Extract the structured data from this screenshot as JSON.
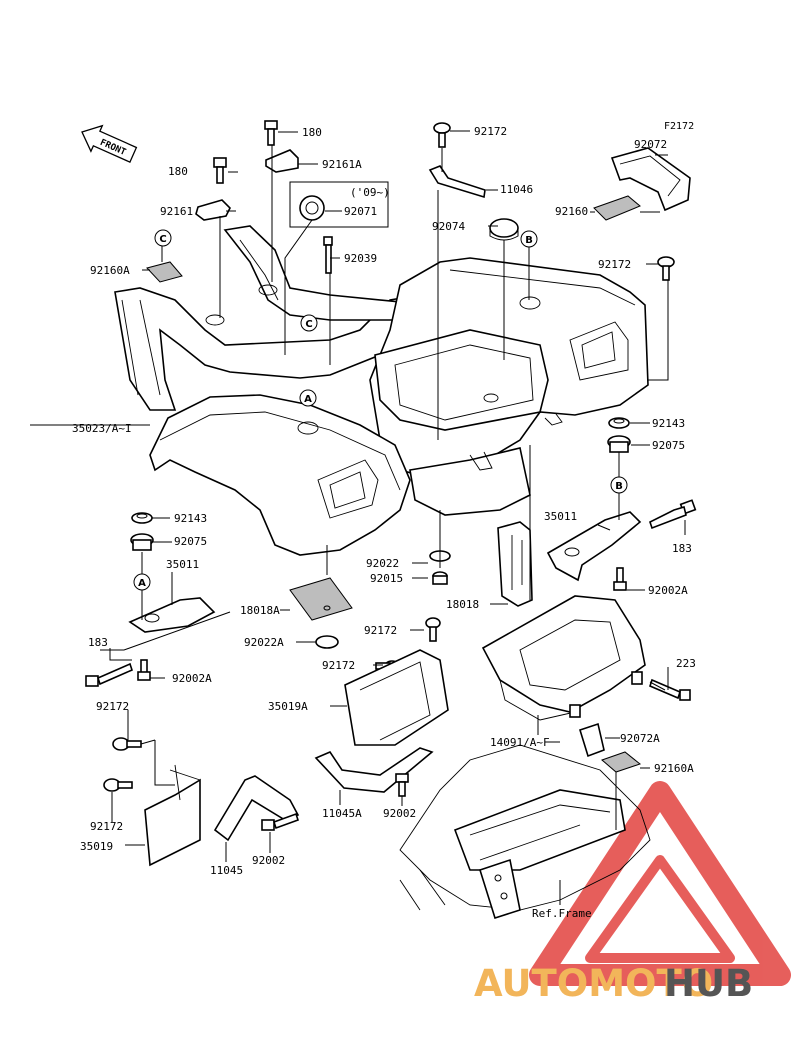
{
  "diagram_code": "F2172",
  "front_label": "FRONT",
  "year_note": "('09~)",
  "ref_frame": "Ref.Frame",
  "watermark": {
    "auto": "AUTOMOTO",
    "hub": "HUB",
    "triangle_color": "#e2433f",
    "text_color": "#f2b55a",
    "hub_color": "#555555"
  },
  "callouts": [
    "A",
    "B",
    "C"
  ],
  "part_labels": {
    "p180_top": "180",
    "p92161A": "92161A",
    "p92172_top": "92172",
    "p11046": "11046",
    "p92072": "92072",
    "p180_left": "180",
    "p92161": "92161",
    "p92071": "92071",
    "p92074": "92074",
    "p92160": "92160",
    "p92039": "92039",
    "p92160A_left": "92160A",
    "p92172_right": "92172",
    "p35023": "35023/A~I",
    "p92143_right": "92143",
    "p92075_right": "92075",
    "p92143_left": "92143",
    "p92075_left": "92075",
    "p35011_right": "35011",
    "p35011_left": "35011",
    "p183_right": "183",
    "p92022": "92022",
    "p92015": "92015",
    "p92002A_right": "92002A",
    "p18018": "18018",
    "p18018A": "18018A",
    "p183_left": "183",
    "p92002A_left": "92002A",
    "p92022A": "92022A",
    "p92172_mid1": "92172",
    "p92172_mid2": "92172",
    "p223": "223",
    "p35019A": "35019A",
    "p92172_lower": "92172",
    "p14091": "14091/A~F",
    "p92072A": "92072A",
    "p92160A_right": "92160A",
    "p92172_bottom": "92172",
    "p11045A": "11045A",
    "p92002_mid": "92002",
    "p35019": "35019",
    "p11045": "11045",
    "p92002_bottom": "92002"
  }
}
